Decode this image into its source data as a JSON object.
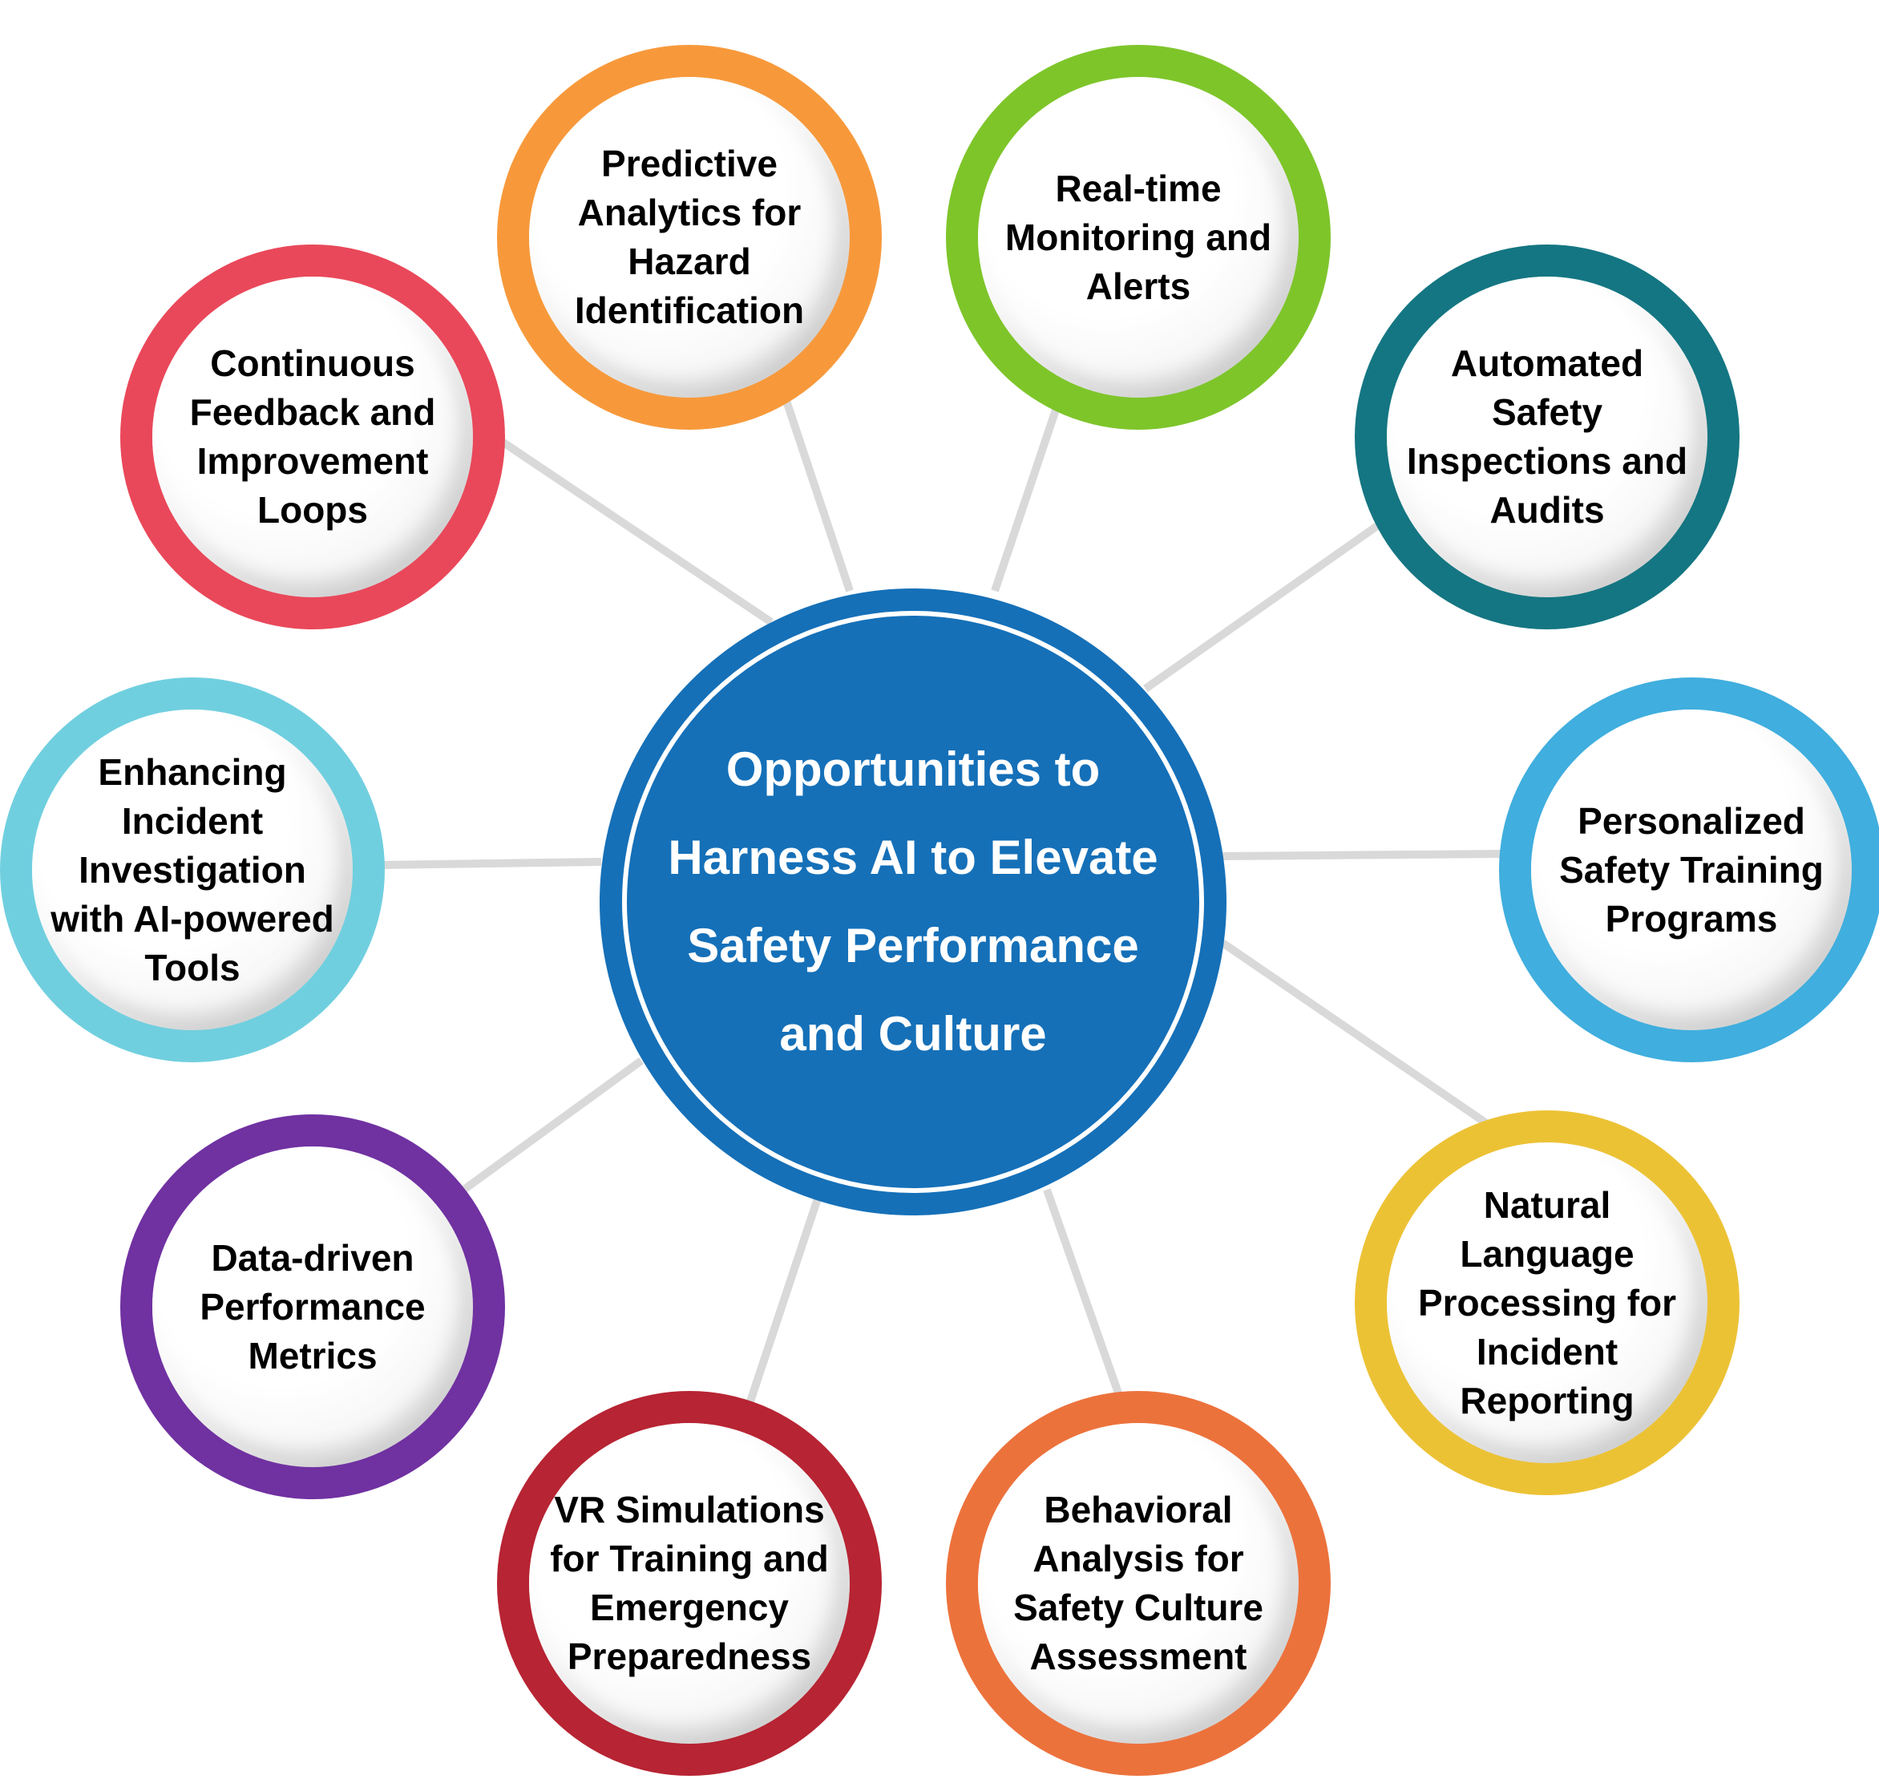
{
  "center": {
    "label": "Opportunities to\nHarness AI to Elevate\nSafety Performance\nand Culture",
    "color": "#1570b8"
  },
  "connector_color": "#d9d9d9",
  "nodes": [
    {
      "id": "predictive-analytics",
      "label": "Predictive\nAnalytics for\nHazard\nIdentification",
      "color": "#f7993b"
    },
    {
      "id": "real-time-monitoring",
      "label": "Real-time\nMonitoring and\nAlerts",
      "color": "#7ec52a"
    },
    {
      "id": "automated-inspections",
      "label": "Automated\nSafety\nInspections and\nAudits",
      "color": "#147682"
    },
    {
      "id": "personalized-training",
      "label": "Personalized\nSafety Training\nPrograms",
      "color": "#40aede"
    },
    {
      "id": "nlp-incident-reporting",
      "label": "Natural\nLanguage\nProcessing for\nIncident\nReporting",
      "color": "#ecc235"
    },
    {
      "id": "behavioral-analysis",
      "label": "Behavioral\nAnalysis for\nSafety Culture\nAssessment",
      "color": "#ec723c"
    },
    {
      "id": "vr-simulations",
      "label": "VR Simulations\nfor Training and\nEmergency\nPreparedness",
      "color": "#b72433"
    },
    {
      "id": "data-driven-metrics",
      "label": "Data-driven\nPerformance\nMetrics",
      "color": "#7031a1"
    },
    {
      "id": "incident-investigation",
      "label": "Enhancing\nIncident\nInvestigation\nwith AI-powered\nTools",
      "color": "#70cfdf"
    },
    {
      "id": "continuous-feedback",
      "label": "Continuous\nFeedback and\nImprovement\nLoops",
      "color": "#e9485a"
    }
  ]
}
